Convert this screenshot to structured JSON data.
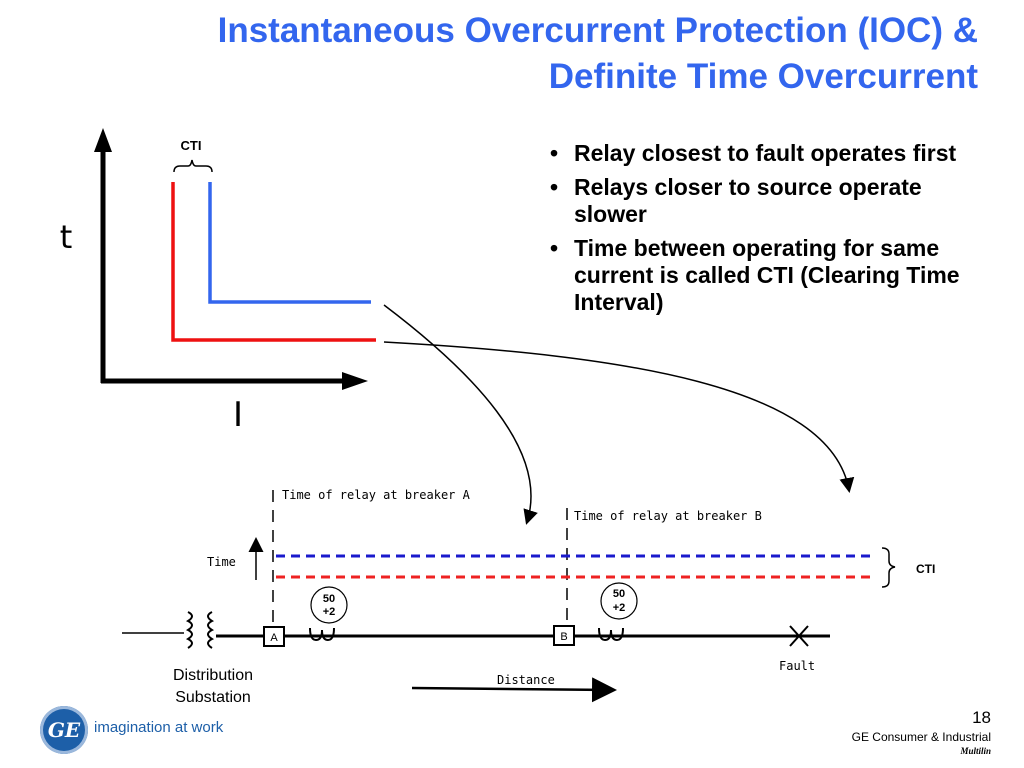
{
  "title": {
    "line1": "Instantaneous Overcurrent Protection (IOC) &",
    "line2": "Definite Time Overcurrent"
  },
  "bullets": [
    "Relay closest to fault operates first",
    "Relays closer to source operate slower",
    "Time between operating for same current is called CTI (Clearing Time Interval)"
  ],
  "graph": {
    "cti_label": "CTI",
    "y_axis_label": "t",
    "x_axis_label": "I"
  },
  "one_line": {
    "time_relay_a_label": "Time of relay at breaker A",
    "time_relay_b_label": "Time of relay at breaker B",
    "time_axis_label": "Time",
    "cti_label": "CTI",
    "relay_a": {
      "line1": "50",
      "line2": "+2"
    },
    "relay_b": {
      "line1": "50",
      "line2": "+2"
    },
    "breaker_a": "A",
    "breaker_b": "B",
    "distance_label": "Distance",
    "fault_label": "Fault",
    "substation_label": "Distribution Substation"
  },
  "footer": {
    "logo_text": "GE",
    "tagline": "imagination at work",
    "page_number": "18",
    "company": "GE Consumer & Industrial",
    "division": "Multilin"
  },
  "colors": {
    "title": "#3366ee",
    "blue_curve": "#3366ee",
    "red_curve": "#ee1111",
    "blue_dashed": "#1a1acc",
    "red_dashed": "#ee2222"
  }
}
